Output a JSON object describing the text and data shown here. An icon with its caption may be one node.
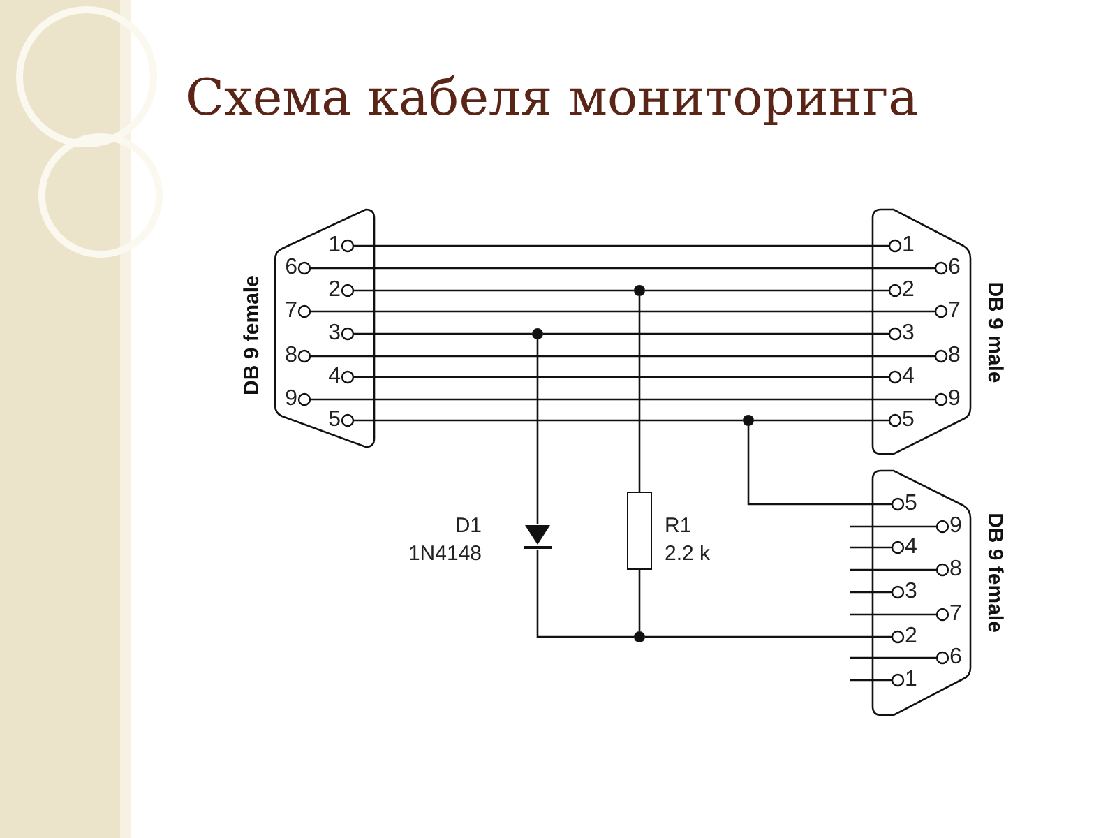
{
  "diagram": {
    "title": "Схема кабеля мониторинга",
    "nodes": [
      {
        "text": [
          "DB 9 female"
        ]
      },
      {
        "text": [
          "DB 9 male"
        ]
      },
      {
        "text": [
          "DB 9 female"
        ]
      },
      {
        "text": [],
        "shape": "circle"
      },
      {
        "text": [],
        "shape": "circle"
      },
      {
        "text": [],
        "shape": "circle"
      },
      {
        "text": [],
        "shape": "diode",
        "beside": [
          "D1",
          "1N4148"
        ]
      },
      {
        "text": [],
        "shape": "box",
        "beside": [
          "R1",
          "2.2 k"
        ]
      },
      {
        "text": [],
        "shape": "circle"
      }
    ],
    "edges": [
      {
        "from": 0,
        "to": 1,
        "arrow": "other"
      },
      {
        "from": 0,
        "to": 1,
        "arrow": "other"
      },
      {
        "from": 0,
        "to": 4,
        "arrow": "other"
      },
      {
        "from": 4,
        "to": 1,
        "arrow": "other"
      },
      {
        "from": 0,
        "to": 1,
        "arrow": "other"
      },
      {
        "from": 0,
        "to": 3,
        "arrow": "other"
      },
      {
        "from": 3,
        "to": 1,
        "arrow": "other"
      },
      {
        "from": 0,
        "to": 1,
        "arrow": "other"
      },
      {
        "from": 0,
        "to": 1,
        "arrow": "other"
      },
      {
        "from": 0,
        "to": 1,
        "arrow": "other"
      },
      {
        "from": 0,
        "to": 5,
        "arrow": "other"
      },
      {
        "from": 5,
        "to": 1,
        "arrow": "other"
      },
      {
        "from": 3,
        "to": 6,
        "arrow": "none"
      },
      {
        "from": 4,
        "to": 7,
        "arrow": "none"
      },
      {
        "from": 6,
        "to": 8,
        "arrow": "none"
      },
      {
        "from": 7,
        "to": 8,
        "arrow": "none"
      },
      {
        "from": 8,
        "to": 2,
        "arrow": "other"
      },
      {
        "from": 5,
        "to": 2,
        "arrow": "other"
      }
    ],
    "labels": [
      "1",
      "6",
      "2",
      "7",
      "3",
      "8",
      "4",
      "9",
      "5",
      "1",
      "6",
      "2",
      "7",
      "3",
      "8",
      "4",
      "9",
      "5",
      "5",
      "9",
      "4",
      "8",
      "3",
      "7",
      "2",
      "6",
      "1"
    ]
  }
}
